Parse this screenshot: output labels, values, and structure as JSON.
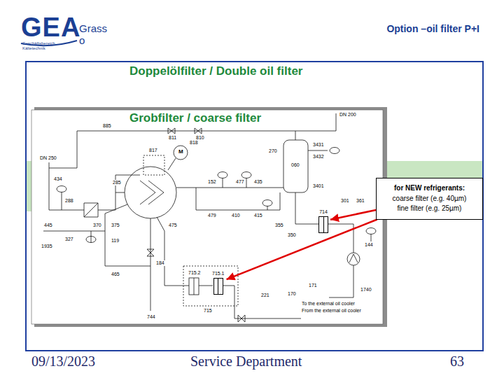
{
  "diagram": {
    "title": "Option –oil filter P+I",
    "nodes": [
      {
        "text": [
          "for NEW refrigerants:",
          "coarse filter (e.g. 40µm)",
          "fine filter (e.g. 25µm)"
        ]
      },
      {
        "text": [
          "714"
        ]
      },
      {
        "text": [
          "715.1"
        ]
      }
    ],
    "edges": [
      {
        "from": 0,
        "to": 1,
        "arrow": "to"
      },
      {
        "from": 0,
        "to": 2,
        "arrow": "to"
      }
    ],
    "labels": [
      "GEA",
      "Grasso",
      "Geschäftsbereich Kältetechnik",
      "Doppelölfilter / Double oil filter",
      "Grobfilter / coarse filter",
      "09/13/2023",
      "Service Department",
      "63",
      "885",
      "811",
      "810",
      "DN 200",
      "DN 250",
      "434",
      "288",
      "285",
      "817",
      "818",
      "M",
      "152",
      "477",
      "479",
      "410",
      "415",
      "435",
      "270",
      "060",
      "3431",
      "3432",
      "3401",
      "361",
      "301",
      "144",
      "350",
      "355",
      "370",
      "375",
      "445",
      "327",
      "1935",
      "119",
      "475",
      "184",
      "465",
      "221",
      "170",
      "171",
      "715.2",
      "715",
      "744",
      "1740",
      "To the external oil cooler",
      "From the external oil cooler"
    ]
  }
}
